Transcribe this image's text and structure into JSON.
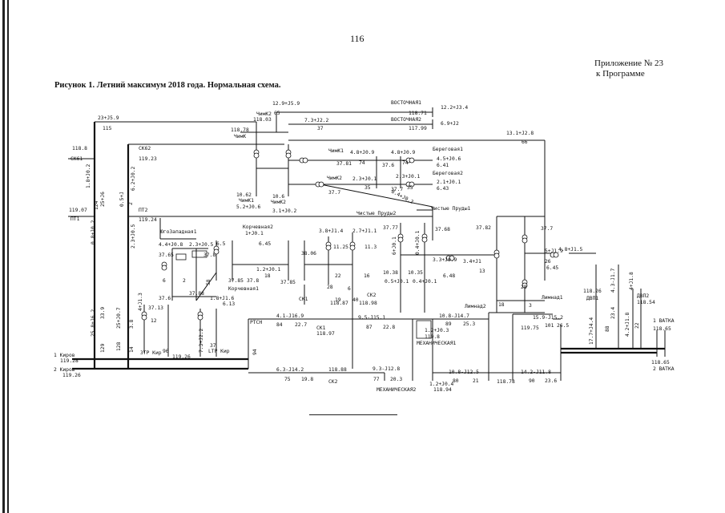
{
  "page_number": "116",
  "appendix": {
    "line1": "Приложение № 23",
    "line2": "к Программе"
  },
  "figure_caption": "Рисунок 1. Летний максимум 2018 года. Нормальная схема.",
  "labels": {
    "flow_top": "23+J5.9",
    "l115": "115",
    "l129": "129",
    "l128": "128",
    "l14": "14",
    "l124": "124",
    "l2": "2",
    "v1188": "118.8",
    "ck61": "СК61",
    "ck62": "СК62",
    "v11923": "119.23",
    "v11907": "119.07",
    "pt1": "ПТ1",
    "pt2": "ПТ2",
    "v11924": "119.24",
    "f18": "1.8+J0.2",
    "f62": "6.2+J0.2",
    "f258": "25+J6",
    "f05": "0.5+J",
    "f08": "0.8+J0.2",
    "f23": "2.3+J0.5",
    "f258b": "25.8+J6.2",
    "f339": "33.9",
    "f256": "25+J0.7",
    "f38": "3.8",
    "kirov1": "1 Киров",
    "kirov2": "2 Киров",
    "v11928": "119.28",
    "v11926": "119.26",
    "ztp": "ЗТР Кир",
    "ltp": "LTP Кир",
    "v11926b": "119.26",
    "yugozap": "ЮгоЗападная1",
    "f44": "4.4+J0.8",
    "f23b": "2.3+J0.5",
    "v3765": "37.65",
    "v378": "37.8",
    "v376": "37.6",
    "v3788": "37.88",
    "f41": "4+J1.3",
    "f3713": "37.13",
    "f18b": "1.8+J1.6",
    "v613": "6.13",
    "f73": "7.3+J2.2",
    "v65": "6.5",
    "l12": "12",
    "l58": "58",
    "l96": "96",
    "l37": "37",
    "l6": "6",
    "l2b": "2",
    "kor1": "Корчевная1",
    "kor2": "Корчевная2",
    "f1j01": "1+J0.1",
    "v645": "6.45",
    "f12": "1.2+J0.1",
    "v3785": "37.85",
    "v3788b": "37.8",
    "v3785b": "37.85",
    "f38j": "3.8+J1.4",
    "f27": "2.7+J1.1",
    "v3806": "38.06",
    "v1125": "11.25",
    "v113": "11.3",
    "l18": "18",
    "l22": "22",
    "l16": "16",
    "l28": "28",
    "l6b": "6",
    "l19": "19",
    "l40": "40",
    "ck1": "СК1",
    "ck2": "СК2",
    "v11887": "118.87",
    "v11898": "118.98",
    "v11897": "118.97",
    "ck1b": "СК1",
    "rtcn": "РТСН",
    "f41j": "4.1-J16.9",
    "l84": "84",
    "v227": "22.7",
    "l94": "94",
    "f95": "9.5-J15.1",
    "l87": "87",
    "v228": "22.8",
    "f63": "6.3-J14.2",
    "l75": "75",
    "v198": "19.8",
    "v11888": "118.88",
    "ck2b": "СК2",
    "f93": "9.3-J12.8",
    "l77": "77",
    "v203": "20.3",
    "chimk2": "ЧимК2",
    "v11803": "118.03",
    "vost1": "ВОСТОЧНАЯ1",
    "vost2": "ВОСТОЧНАЯ2",
    "v11871": "118.71",
    "v11799": "117.99",
    "f129": "12.9+J5.9",
    "l65": "65",
    "f73b": "7.3+J2.2",
    "l37b": "37",
    "f122": "12.2+J3.4",
    "f69": "6.9+J2",
    "v11878": "118.78",
    "chimk": "ЧимК",
    "f131": "13.1+J2.8",
    "l66": "66",
    "v1062": "10.62",
    "chimk1": "ЧимК1",
    "f52": "5.2+J0.6",
    "v106": "10.6",
    "chimk2b": "ЧимК2",
    "f31": "3.1+J0.2",
    "chimk1b": "ЧимК1",
    "f48": "4.8+J0.9",
    "v3781": "37.81",
    "l74": "74",
    "v376b": "37.6",
    "l74b": "74",
    "f48b": "4.8+J0.9",
    "beregov1": "Береговая1",
    "f45": "4.5+J0.6",
    "v641": "6.41",
    "chimk2c": "ЧимК2",
    "f23c": "2.3+J0.1",
    "l35": "35",
    "v377": "37.7",
    "l35b": "35",
    "f23d": "2.3+J0.1",
    "beregov2": "Береговая2",
    "f21": "2.1+J0.1",
    "v643": "6.43",
    "v377b": "37.7",
    "f84": "8.4+J0.2",
    "chist1": "Чистые Пруды1",
    "chist2": "Чистые Пруды2",
    "v3777": "37.77",
    "v3768": "37.68",
    "f6": "6+J0.1",
    "f04": "0.4+J0.1",
    "v1038": "10.38",
    "v1035": "10.35",
    "f05b": "0.5+J0.1",
    "f04b": "0.4+J0.1",
    "f33": "3.3+J0.9",
    "f34": "3.4+J1",
    "v648": "6.48",
    "l13": "13",
    "v3782": "37.82",
    "v377c": "37.7",
    "f48c": "4.8+J1.5",
    "f5": "5+J1.9",
    "l26": "26",
    "v645b": "6.45",
    "l28b": "28",
    "limn1": "Лимнад1",
    "limn2": "Лимнад2",
    "l3": "3",
    "l18b": "18",
    "f59": "15.9-J15.2",
    "v11975": "119.75",
    "l101": "101",
    "v265": "26.5",
    "f108": "10.8-J14.7",
    "l89": "89",
    "v253": "25.3",
    "f12b": "1.2+J0.3",
    "v1198": "119.8",
    "mekh1": "МЕХАНИЧЕСКАЯ1",
    "f108b": "10.8-J12.5",
    "l80": "80",
    "l21": "21",
    "f12c": "1.2+J0.4",
    "v11894": "118.94",
    "mekh2": "МЕХАНИЧЕСКАЯ2",
    "v11878b": "118.78",
    "f142": "14.2-J11.8",
    "l90": "90",
    "v236": "23.6",
    "dvp1": "ДВП1",
    "v11826": "118.26",
    "f43": "4.3-J1.7",
    "f177": "17.7+J4.4",
    "l88": "88",
    "v234": "23.4",
    "f42": "4.2+J1.8",
    "l22b": "22",
    "dvp2": "ДВП2",
    "v11854": "118.54",
    "f4j": "4+J1.8",
    "vatka1": "1 ВАТКА",
    "v11865": "118.65",
    "v11865b": "118.65",
    "vatka2": "2 ВАТКА"
  }
}
